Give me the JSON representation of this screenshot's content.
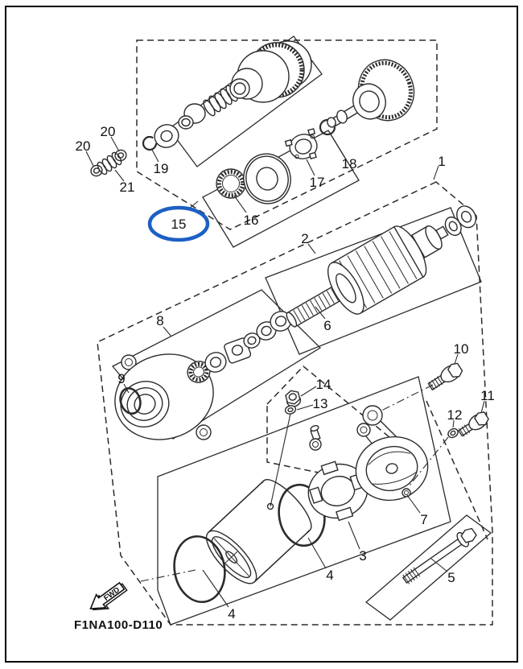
{
  "figure": {
    "code": "F1NA100-D110",
    "fwd_label": "FWD",
    "highlighted_callout": "15",
    "colors": {
      "line": "#2b2b2b",
      "highlight_blue": "#1d5fc4",
      "background": "#ffffff",
      "border": "#000000",
      "text": "#111111"
    },
    "callouts": [
      {
        "label": "1"
      },
      {
        "label": "2"
      },
      {
        "label": "3"
      },
      {
        "label": "4"
      },
      {
        "label": "4"
      },
      {
        "label": "5"
      },
      {
        "label": "6"
      },
      {
        "label": "7"
      },
      {
        "label": "8"
      },
      {
        "label": "9"
      },
      {
        "label": "10"
      },
      {
        "label": "11"
      },
      {
        "label": "12"
      },
      {
        "label": "13"
      },
      {
        "label": "14"
      },
      {
        "label": "15"
      },
      {
        "label": "16"
      },
      {
        "label": "17"
      },
      {
        "label": "18"
      },
      {
        "label": "19"
      },
      {
        "label": "20"
      },
      {
        "label": "20"
      },
      {
        "label": "21"
      }
    ]
  }
}
